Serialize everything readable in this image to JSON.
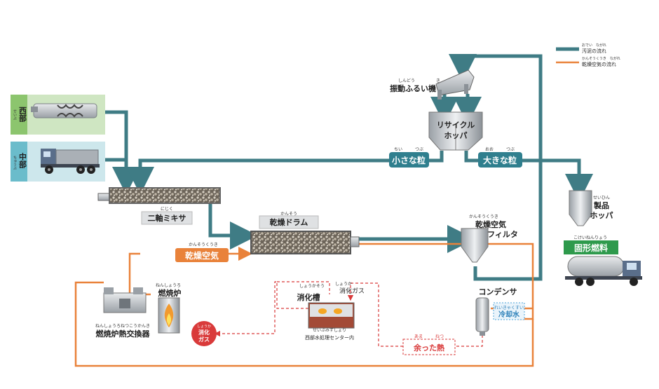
{
  "colors": {
    "sludge_flow": "#3f7c85",
    "air_flow": "#e9823a",
    "gas_flow": "#d93a3a",
    "west_panel": "#cfe6c2",
    "west_tab": "#8cc56e",
    "central_panel": "#cde7ec",
    "central_tab": "#6bbccb",
    "label_teal": "#2f7f8e",
    "label_green": "#2e9a4c",
    "label_orange": "#e9823a"
  },
  "legend": {
    "sludge_ruby": "おでい　ながれ",
    "sludge": "汚泥の流れ",
    "air_ruby": "かんそうくうき　ながれ",
    "air": "乾燥空気の流れ"
  },
  "sources": {
    "west": {
      "label": "西部",
      "ruby": "せいぶ"
    },
    "central": {
      "label": "中部",
      "ruby": "ちゅうぶ"
    }
  },
  "equipment": {
    "screen_ruby": "しんどう　　　　　き",
    "screen": "振動ふるい機",
    "recycle_hopper_1": "リサイクル",
    "recycle_hopper_2": "ホッパ",
    "mixer_ruby": "にじく",
    "mixer": "二軸ミキサ",
    "dryer_ruby": "かんそう",
    "dryer": "乾燥ドラム",
    "bagfilter_ruby": "かんそうくうき",
    "bagfilter_1": "乾燥空気",
    "bagfilter_2": "バグフィルタ",
    "product_ruby": "せいひん",
    "product_1": "製品",
    "product_2": "ホッパ",
    "condenser": "コンデンサ",
    "furnace_ruby": "ねんしょうろ",
    "furnace": "燃焼炉",
    "exchanger_ruby": "ねんしょうろねつこうかんき",
    "exchanger": "燃焼炉熱交換器",
    "digester_ruby": "しょうかそう",
    "digester": "消化槽",
    "digester_gas_ruby": "しょうか",
    "digester_gas": "消化ガス",
    "center_ruby": "せいぶみずしょり",
    "center": "西部水処理センター内"
  },
  "badges": {
    "small_ruby": "ちい　　　つぶ",
    "small": "小さな粒",
    "large_ruby": "おお　　　つぶ",
    "large": "大きな粒",
    "air_ruby": "かんそうくうき",
    "air": "乾燥空気",
    "fuel_ruby": "こけいねんりょう",
    "fuel": "固形燃料",
    "gas_ruby": "しょうか",
    "gas_1": "消化",
    "gas_2": "ガス",
    "coolant_ruby": "れいきゃくすい",
    "coolant": "冷却水",
    "heat_ruby": "あま　　　ねつ",
    "heat": "余った熱"
  }
}
